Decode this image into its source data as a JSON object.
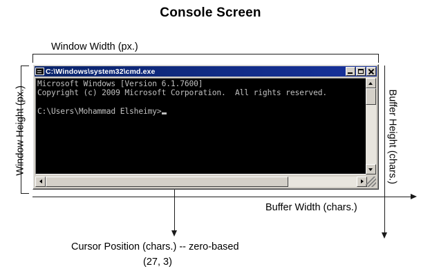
{
  "page": {
    "title": "Console Screen"
  },
  "annotations": {
    "window_width": "Window Width (px.)",
    "window_height": "Window Height (px.)",
    "buffer_width": "Buffer Width (chars.)",
    "buffer_height": "Buffer Height (chars.)",
    "cursor_position": "Cursor Position (chars.)  -- zero-based",
    "cursor_coords": "(27, 3)"
  },
  "console_window": {
    "title": "C:\\Windows\\system32\\cmd.exe",
    "icon": "cmd-icon",
    "controls": {
      "minimize": "Minimize",
      "maximize": "Maximize",
      "close": "Close"
    },
    "text_lines": [
      "Microsoft Windows [Version 6.1.7600]",
      "Copyright (c) 2009 Microsoft Corporation.  All rights reserved.",
      "",
      "C:\\Users\\Mohammad Elsheimy>"
    ],
    "content": "Microsoft Windows [Version 6.1.7600]\nCopyright (c) 2009 Microsoft Corporation.  All rights reserved.\n\nC:\\Users\\Mohammad Elsheimy>",
    "scrollbars": {
      "vertical_up": "scroll-up",
      "vertical_down": "scroll-down",
      "horizontal_left": "scroll-left",
      "horizontal_right": "scroll-right"
    }
  },
  "colors": {
    "title_bar": "#0a246a",
    "chrome": "#d4d0c8",
    "console_bg": "#000000",
    "console_fg": "#c0c0c0",
    "annotation_line": "#1a1a1a",
    "page_bg": "#ffffff"
  }
}
